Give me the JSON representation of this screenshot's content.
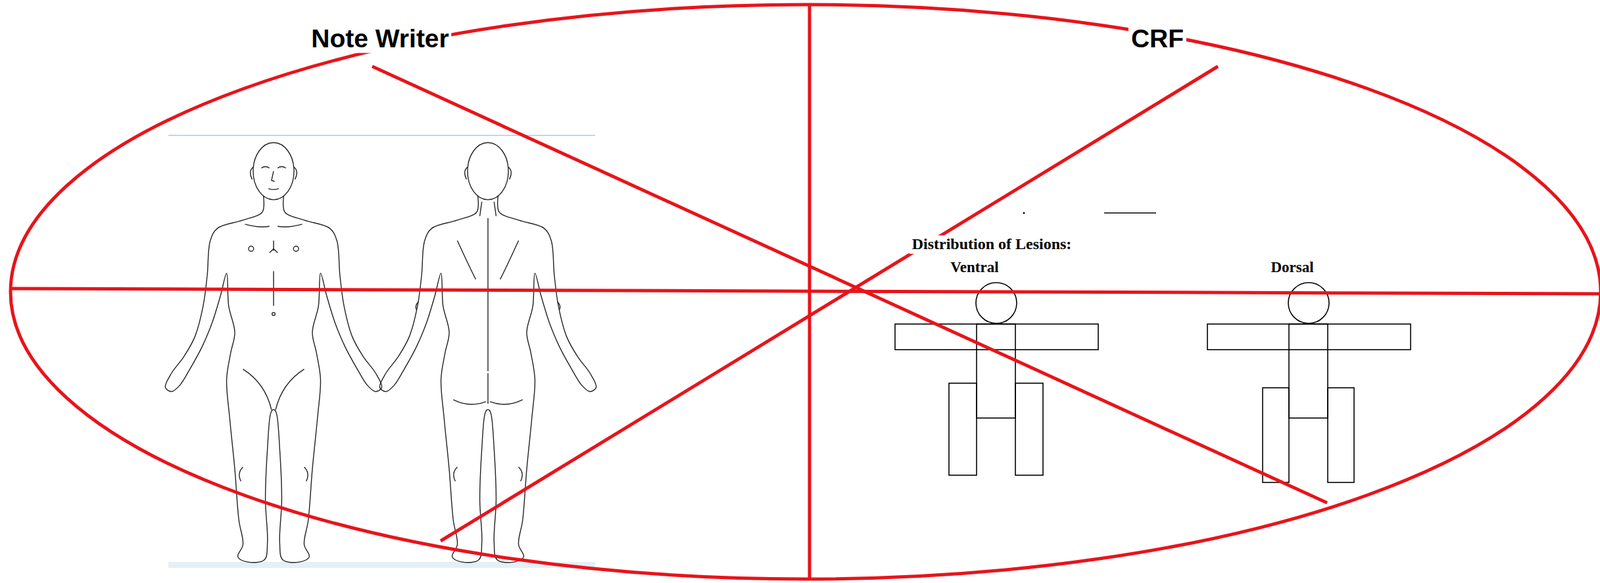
{
  "diagram": {
    "labels": [
      "Note Writer",
      "CRF",
      "Distribution of Lesions:",
      "Ventral",
      "Dorsal"
    ]
  }
}
